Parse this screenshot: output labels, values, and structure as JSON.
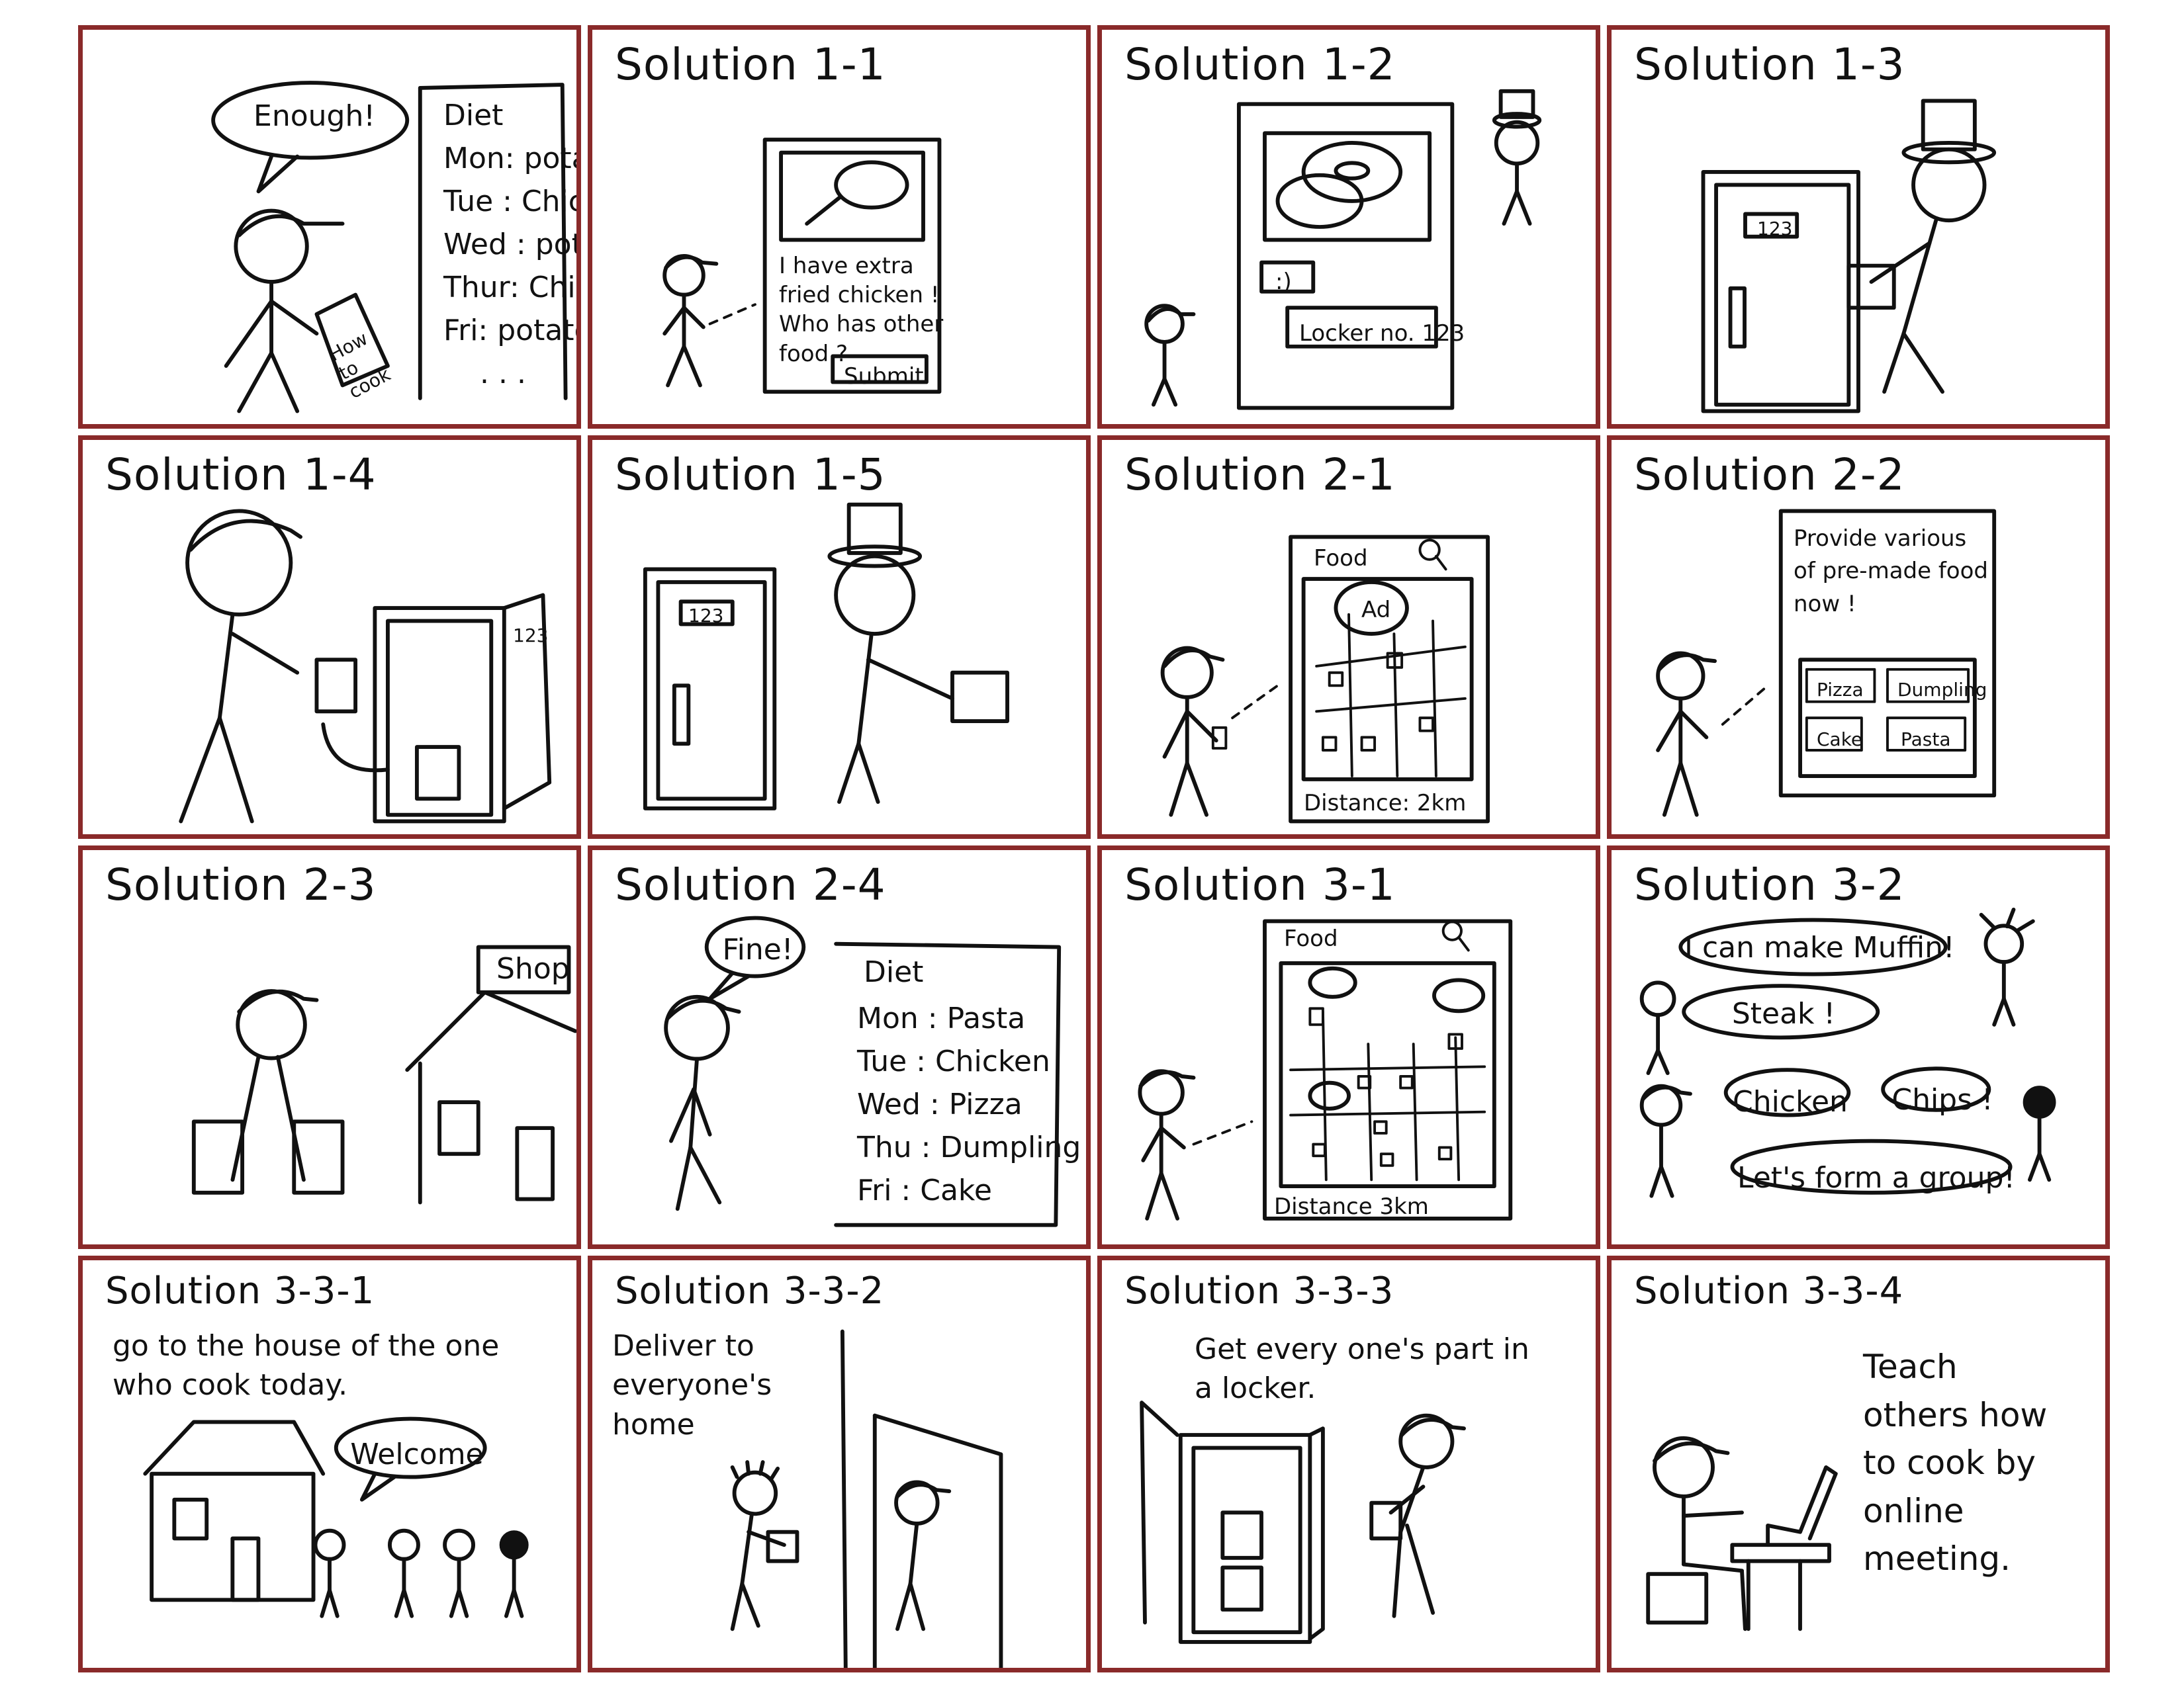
{
  "colors": {
    "frame": "#8a2a2a",
    "ink": "#111111",
    "paper": "#ffffff"
  },
  "panels": {
    "p1": {
      "title": "",
      "bubble": "Enough!",
      "book": "How to cook",
      "diet": {
        "heading": "Diet",
        "rows": [
          "Mon: potato",
          "Tue : Chicken",
          "Wed : potato",
          "Thur: Chicken",
          "Fri: potato",
          ". . ."
        ]
      }
    },
    "p2": {
      "title": "Solution 1-1",
      "post": "I have extra fried chicken ! Who has other food ?",
      "submit": "Submit"
    },
    "p3": {
      "title": "Solution 1-2",
      "smiley": ":)",
      "locker": "Locker no. 123"
    },
    "p4": {
      "title": "Solution 1-3",
      "door_no": "123"
    },
    "p5": {
      "title": "Solution 1-4",
      "door_no": "123"
    },
    "p6": {
      "title": "Solution 1-5",
      "door_no": "123"
    },
    "p7": {
      "title": "Solution 2-1",
      "app": "Food",
      "ad": "Ad",
      "distance": "Distance: 2km"
    },
    "p8": {
      "title": "Solution 2-2",
      "header": "Provide various of pre-made food now !",
      "items": [
        "Pizza",
        "Dumpling",
        "Cake",
        "Pasta"
      ]
    },
    "p9": {
      "title": "Solution 2-3",
      "shop": "Shop"
    },
    "p10": {
      "title": "Solution 2-4",
      "bubble": "Fine!",
      "diet": {
        "heading": "Diet",
        "rows": [
          "Mon : Pasta",
          "Tue : Chicken",
          "Wed : Pizza",
          "Thu : Dumpling",
          "Fri : Cake"
        ]
      }
    },
    "p11": {
      "title": "Solution 3-1",
      "app": "Food",
      "distance": "Distance 3km"
    },
    "p12": {
      "title": "Solution 3-2",
      "b1": "I can make Muffin!",
      "b2": "Steak !",
      "b3": "Chicken",
      "b4": "Chips !",
      "b5": "Let's form a group!"
    },
    "p13": {
      "title": "Solution 3-3-1",
      "caption": "go to the house of the one who cook today.",
      "bubble": "Welcome"
    },
    "p14": {
      "title": "Solution 3-3-2",
      "caption": "Deliver to everyone's home"
    },
    "p15": {
      "title": "Solution 3-3-3",
      "caption": "Get every one's part in a locker."
    },
    "p16": {
      "title": "Solution 3-3-4",
      "caption": "Teach others how to cook by online meeting."
    }
  }
}
